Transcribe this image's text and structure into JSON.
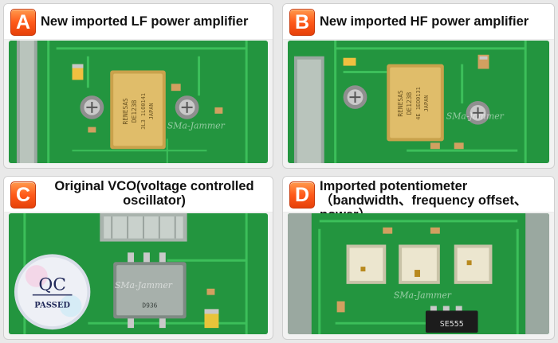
{
  "panels": [
    {
      "badge": "A",
      "title": "New imported LF power amplifier",
      "chip_lines": [
        "RENESAS",
        "DE123B",
        "3L3 1LO0141",
        "JAPAN"
      ]
    },
    {
      "badge": "B",
      "title": "New imported HF power amplifier",
      "chip_lines": [
        "RENESAS",
        "DE123B",
        "4E 1EO0131",
        "JAPAN"
      ]
    },
    {
      "badge": "C",
      "title": "Original VCO(voltage controlled oscillator)",
      "sticker_top": "QC",
      "sticker_bottom": "PASSED",
      "vco_code": "D936"
    },
    {
      "badge": "D",
      "title": "Imported potentiometer（bandwidth、frequency offset、power）",
      "ic_label": "SE555"
    }
  ],
  "watermark": "SMa-Jammer",
  "colors": {
    "badge_orange": "#ff5a1a",
    "pcb_green": "#1f8f3a",
    "trace_green": "#3cbf5a",
    "chip_gold": "#d8b25a"
  }
}
